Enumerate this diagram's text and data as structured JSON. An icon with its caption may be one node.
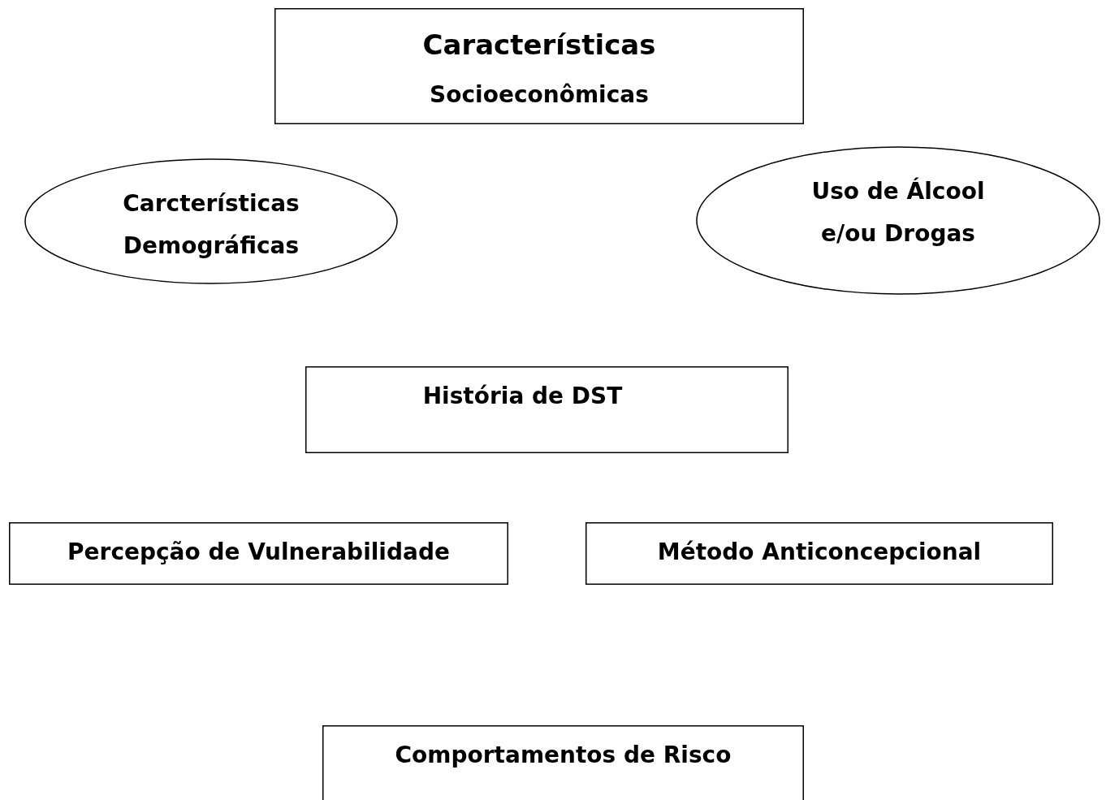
{
  "diagram": {
    "nodes": [
      {
        "text": [
          "Características",
          "Socioeconômicas"
        ]
      },
      {
        "text": [
          "Carcterísticas Demográficas"
        ]
      },
      {
        "text": [
          "Uso de Álcool e/ou Drogas"
        ]
      },
      {
        "text": [
          "História de DST"
        ]
      },
      {
        "text": [
          "Percepção de Vulnerabilidade"
        ]
      },
      {
        "text": [
          "Método Anticoncepcional"
        ]
      },
      {
        "text": [
          "Comportamentos de Risco"
        ]
      }
    ]
  }
}
